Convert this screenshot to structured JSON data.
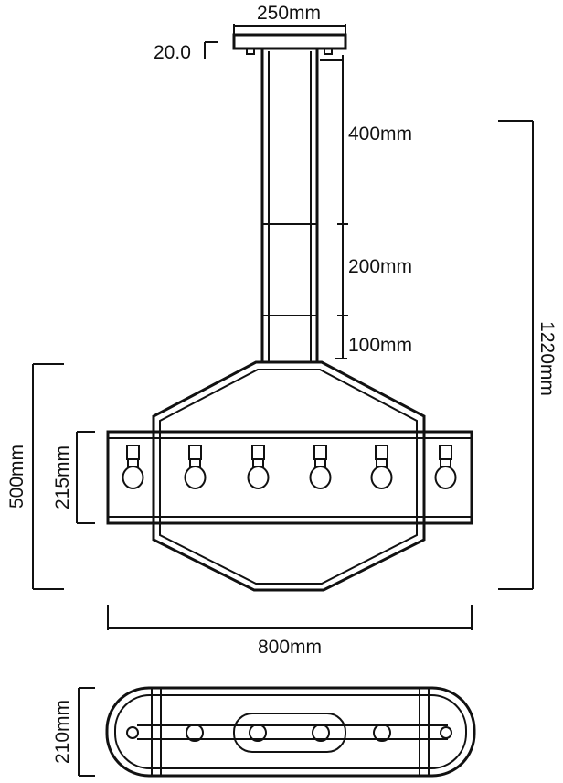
{
  "dimensions": {
    "canopy_width": "250mm",
    "angle": "20.0",
    "rod_upper": "400mm",
    "rod_middle": "200mm",
    "rod_lower": "100mm",
    "total_height": "1220mm",
    "body_height": "500mm",
    "shade_height": "215mm",
    "width": "800mm",
    "depth": "210mm"
  },
  "bulb_count": 6,
  "colors": {
    "line": "#111111",
    "background": "#ffffff"
  }
}
